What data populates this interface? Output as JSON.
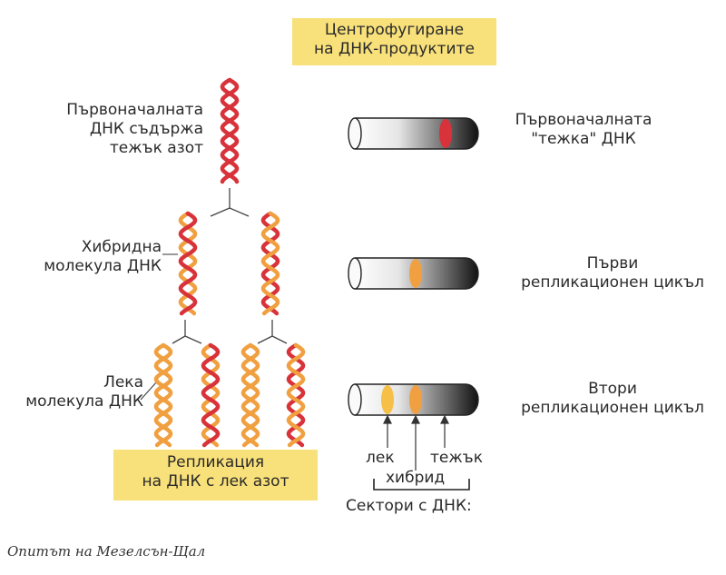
{
  "top_box": {
    "line1": "Центрофугиране",
    "line2": "на ДНК-продуктите"
  },
  "bottom_box": {
    "line1": "Репликация",
    "line2": "на ДНК с лек азот"
  },
  "left_labels": {
    "original": [
      "Първоначалната",
      "ДНК съдържа",
      "тежък азот"
    ],
    "hybrid": [
      "Хибридна",
      "молекула ДНК"
    ],
    "light": [
      "Лека",
      "молекула ДНК"
    ]
  },
  "right_labels": {
    "original": [
      "Първоначалната",
      "\"тежка\" ДНК"
    ],
    "first_cycle": [
      "Първи",
      "репликационен цикъл"
    ],
    "second_cycle": [
      "Втори",
      "репликационен цикъл"
    ]
  },
  "band_labels": {
    "light": "лек",
    "heavy": "тежък",
    "hybrid": "хибрид",
    "sectors": "Сектори с ДНК:"
  },
  "caption": "Опитът на Мезелсън-Щал",
  "colors": {
    "heavy": "#d8323a",
    "light": "#f0a040",
    "box": "#f8e07a",
    "tube_dark": "#111111"
  }
}
